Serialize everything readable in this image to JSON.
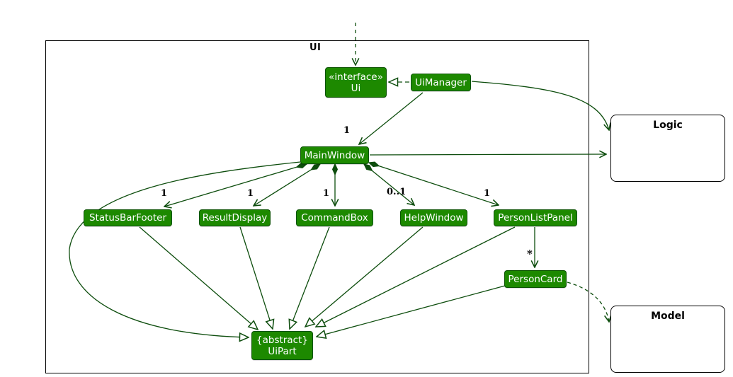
{
  "diagram": {
    "frame_label": "UI",
    "colors": {
      "class_fill": "#1D8900",
      "class_border": "#0B5300",
      "class_text": "#FFFFFF",
      "line": "#0D4D0D",
      "external_fill": "#FFFFFF",
      "external_border": "#000000",
      "label_text": "#000000"
    },
    "classes": [
      {
        "stereotype": "«interface»",
        "name": "Ui"
      },
      {
        "name": "UiManager"
      },
      {
        "name": "MainWindow"
      },
      {
        "name": "StatusBarFooter"
      },
      {
        "name": "ResultDisplay"
      },
      {
        "name": "CommandBox"
      },
      {
        "name": "HelpWindow"
      },
      {
        "name": "PersonListPanel"
      },
      {
        "name": "PersonCard"
      },
      {
        "modifier": "{abstract}",
        "name": "UiPart"
      }
    ],
    "externals": [
      {
        "name": "Logic"
      },
      {
        "name": "Model"
      }
    ],
    "multiplicities": {
      "mainwindow": "1",
      "statusbarfooter": "1",
      "resultdisplay": "1",
      "commandbox": "1",
      "helpwindow": "0..1",
      "personlistpanel": "1",
      "personcard": "*"
    }
  }
}
